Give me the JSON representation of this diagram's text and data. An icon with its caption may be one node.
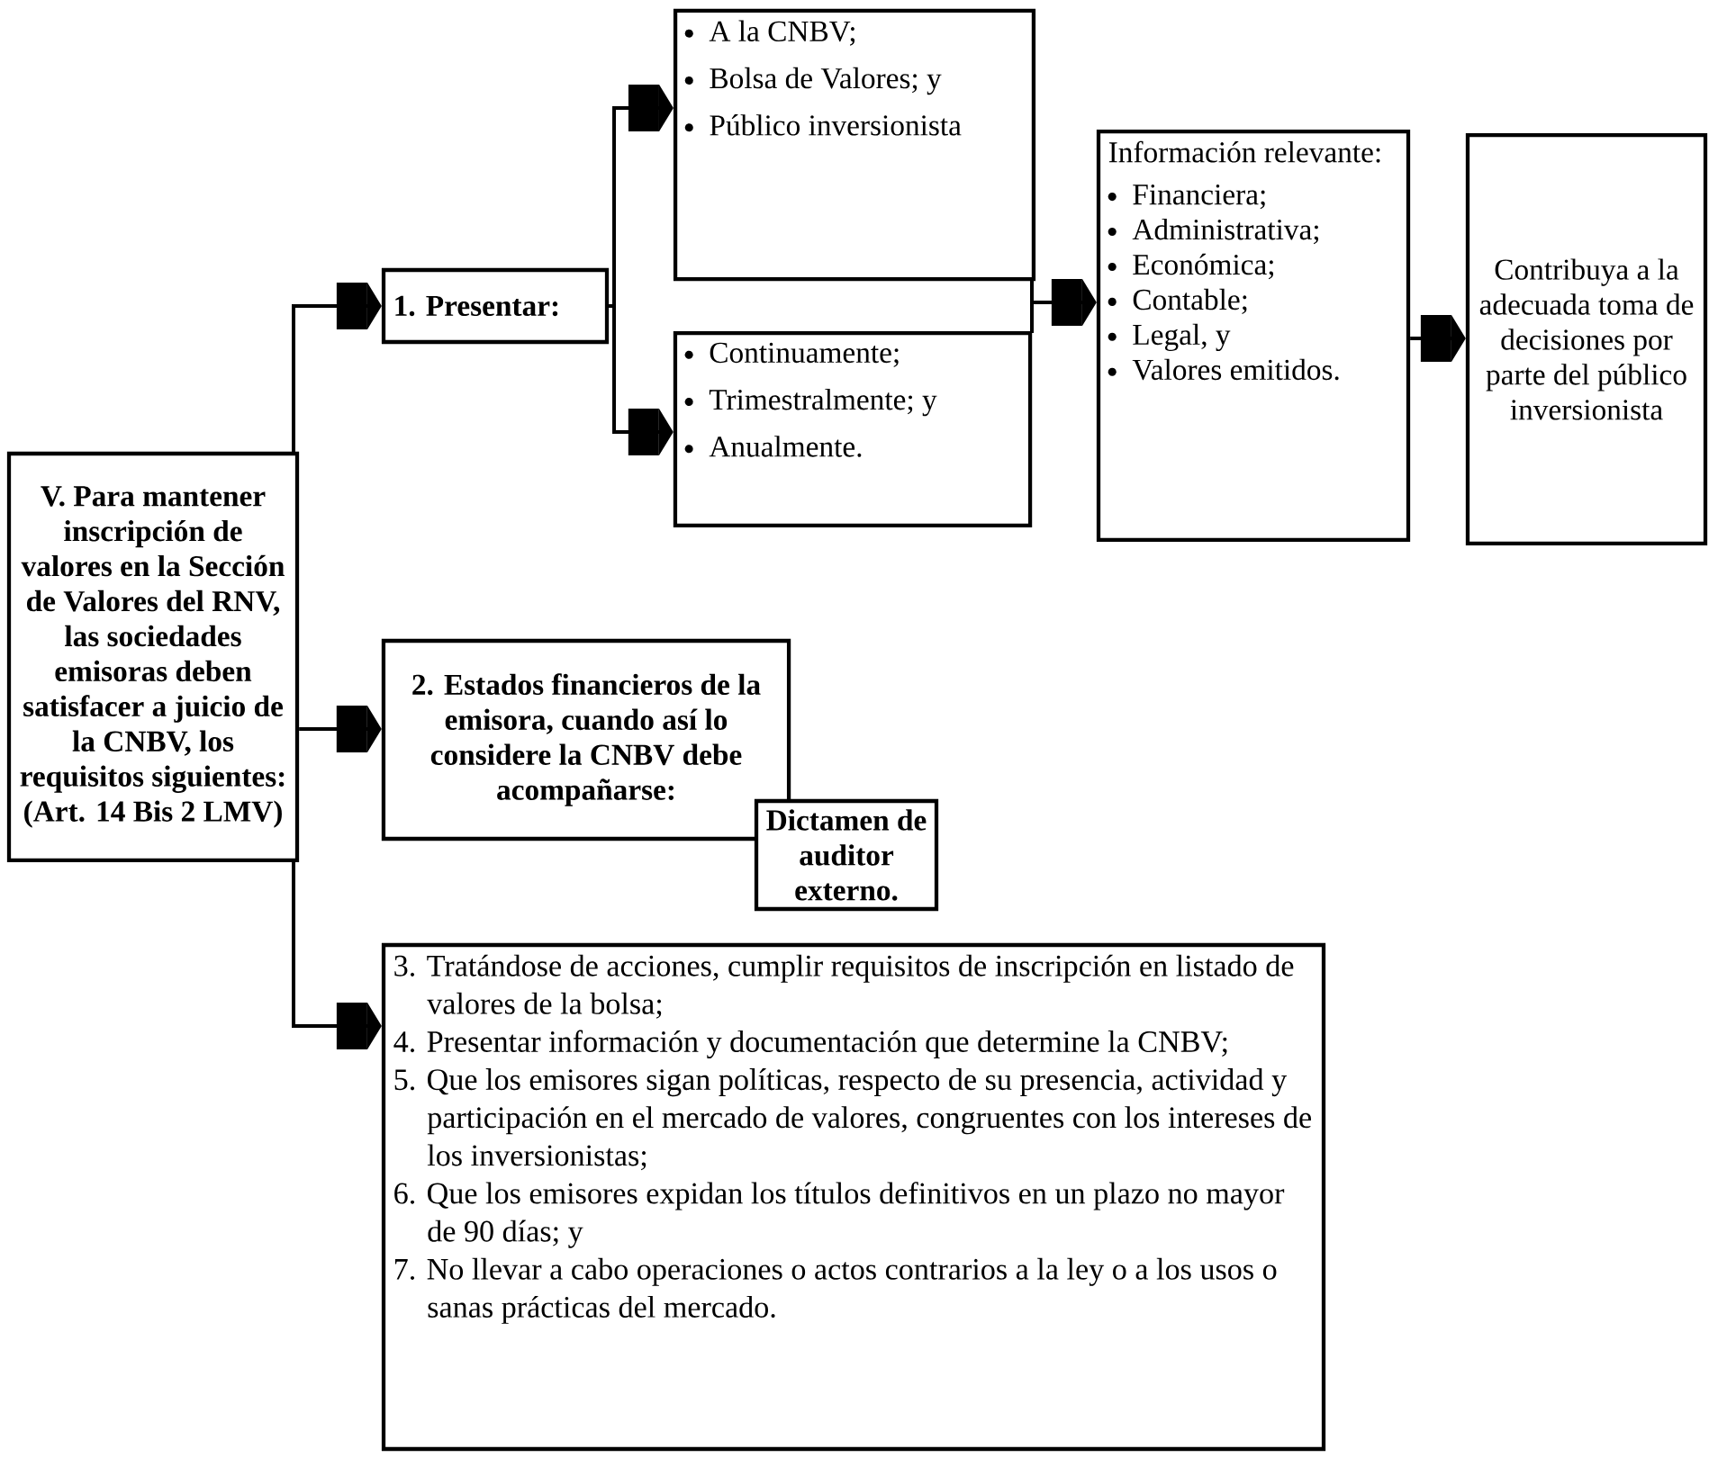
{
  "diagram": {
    "nodes": [
      {
        "text": [
          "V. Para mantener inscripción de valores en la Sección de Valores del RNV, las sociedades emisoras deben satisfacer a juicio de la CNBV, los requisitos siguientes: (Art. 14 Bis 2 LMV)"
        ]
      },
      {
        "text": [
          "1. Presentar:"
        ]
      },
      {
        "text": [
          "A la CNBV;",
          "Bolsa de Valores; y",
          "Público inversionista"
        ]
      },
      {
        "text": [
          "Continuamente;",
          "Trimestralmente; y",
          "Anualmente."
        ]
      },
      {
        "text": [
          "Información relevante:",
          "Financiera;",
          "Administrativa;",
          "Económica;",
          "Contable;",
          "Legal, y",
          "Valores emitidos."
        ]
      },
      {
        "text": [
          "Contribuya a la adecuada toma de decisiones por parte del público inversionista"
        ]
      },
      {
        "text": [
          "2. Estados financieros de la emisora, cuando así lo considere la CNBV debe acompañarse:"
        ]
      },
      {
        "text": [
          "Dictamen de auditor externo."
        ]
      },
      {
        "text": [
          "3. Tratándose de acciones, cumplir requisitos de inscripción en listado de valores de la bolsa;",
          "4. Presentar información y documentación que determine la CNBV;",
          "5. Que los emisores sigan políticas, respecto de su presencia, actividad y participación en el mercado de valores, congruentes con los intereses de los inversionistas;",
          "6. Que los emisores expidan los títulos definitivos en un plazo no mayor de 90 días; y",
          "7. No llevar a cabo operaciones o actos contrarios a la ley o a los usos o sanas prácticas del mercado."
        ]
      }
    ],
    "edges": [
      {
        "from": 0,
        "to": 1,
        "arrow": "to"
      },
      {
        "from": 0,
        "to": 6,
        "arrow": "to"
      },
      {
        "from": 0,
        "to": 8,
        "arrow": "to"
      },
      {
        "from": 1,
        "to": 2,
        "arrow": "to"
      },
      {
        "from": 1,
        "to": 3,
        "arrow": "to"
      },
      {
        "from": 2,
        "to": 4,
        "arrow": "to"
      },
      {
        "from": 3,
        "to": 4,
        "arrow": "to"
      },
      {
        "from": 4,
        "to": 5,
        "arrow": "to"
      }
    ]
  }
}
